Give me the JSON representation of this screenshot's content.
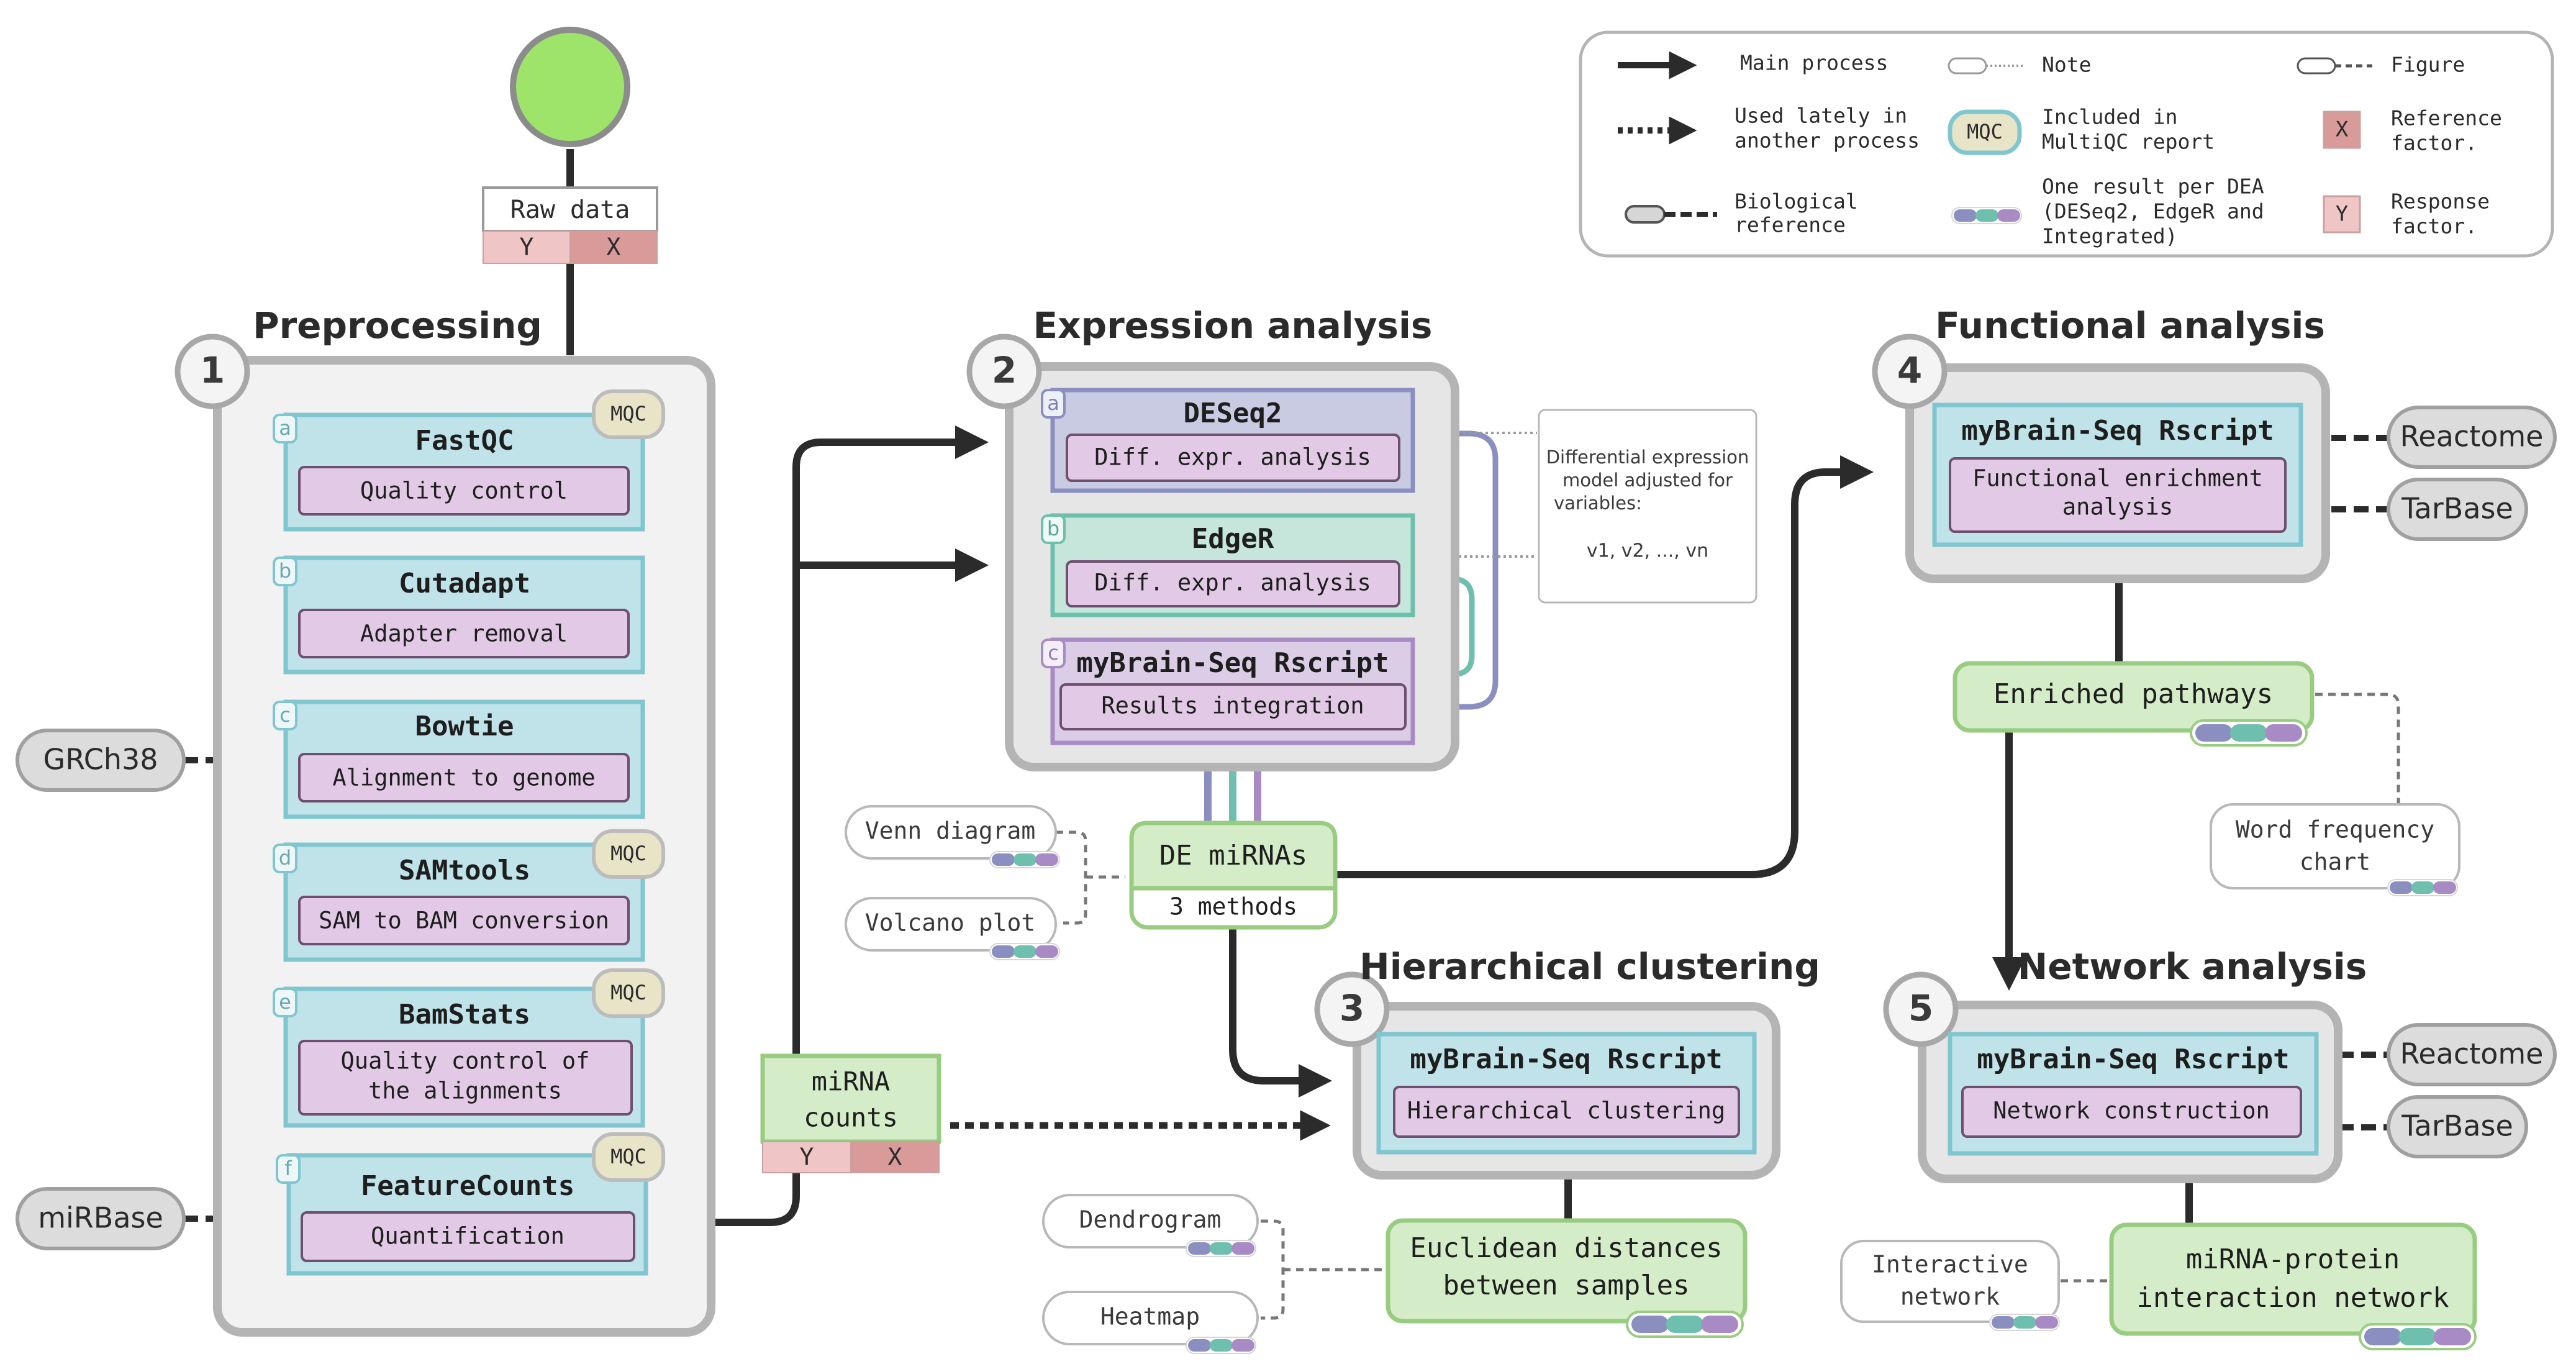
{
  "start": {
    "title": "Raw data",
    "y": "Y",
    "x": "X"
  },
  "legend": {
    "main_process": "Main process",
    "used_lately_1": "Used lately in",
    "used_lately_2": "another process",
    "bio_ref_1": "Biological",
    "bio_ref_2": "reference",
    "note": "Note",
    "mqc": "MQC",
    "included_1": "Included in",
    "included_2": "MultiQC report",
    "one_result_1": "One result per DEA",
    "one_result_2": "(DESeq2, EdgeR and",
    "one_result_3": "Integrated)",
    "figure": "Figure",
    "ref_factor_letter": "X",
    "ref_factor_1": "Reference",
    "ref_factor_2": "factor.",
    "resp_factor_letter": "Y",
    "resp_factor_1": "Response",
    "resp_factor_2": "factor."
  },
  "preprocessing": {
    "number": "1",
    "title": "Preprocessing",
    "steps": [
      {
        "letter": "a",
        "title": "FastQC",
        "desc": "Quality control",
        "mqc": "MQC"
      },
      {
        "letter": "b",
        "title": "Cutadapt",
        "desc": "Adapter removal"
      },
      {
        "letter": "c",
        "title": "Bowtie",
        "desc": "Alignment to genome"
      },
      {
        "letter": "d",
        "title": "SAMtools",
        "desc": "SAM to BAM conversion",
        "mqc": "MQC"
      },
      {
        "letter": "e",
        "title": "BamStats",
        "desc_1": "Quality control of",
        "desc_2": "the alignments",
        "mqc": "MQC"
      },
      {
        "letter": "f",
        "title": "FeatureCounts",
        "desc": "Quantification",
        "mqc": "MQC"
      }
    ],
    "ref_grch38": "GRCh38",
    "ref_mirbase": "miRBase"
  },
  "mirna_counts": {
    "line1": "miRNA",
    "line2": "counts",
    "y": "Y",
    "x": "X"
  },
  "expression": {
    "number": "2",
    "title": "Expression analysis",
    "deseq2": {
      "letter": "a",
      "title": "DESeq2",
      "desc": "Diff. expr. analysis"
    },
    "edger": {
      "letter": "b",
      "title": "EdgeR",
      "desc": "Diff. expr. analysis"
    },
    "integration": {
      "letter": "c",
      "title": "myBrain-Seq Rscript",
      "desc": "Results integration"
    },
    "note_1": "Differential expression",
    "note_2": "model adjusted for",
    "note_3": "variables:",
    "note_vars": "v1, v2, ..., vn"
  },
  "de_mirnas": {
    "title": "DE miRNAs",
    "sub": "3 methods"
  },
  "figures_de": {
    "venn": "Venn diagram",
    "volcano": "Volcano plot"
  },
  "functional": {
    "number": "4",
    "title": "Functional analysis",
    "script": "myBrain-Seq Rscript",
    "desc_1": "Functional enrichment",
    "desc_2": "analysis",
    "ref_reactome": "Reactome",
    "ref_tarbase": "TarBase",
    "result": "Enriched pathways",
    "figure_1": "Word frequency",
    "figure_2": "chart"
  },
  "clustering": {
    "number": "3",
    "title": "Hierarchical clustering",
    "script": "myBrain-Seq Rscript",
    "desc": "Hierarchical clustering",
    "result_1": "Euclidean distances",
    "result_2": "between samples",
    "fig_dendrogram": "Dendrogram",
    "fig_heatmap": "Heatmap"
  },
  "network": {
    "number": "5",
    "title": "Network analysis",
    "script": "myBrain-Seq Rscript",
    "desc": "Network construction",
    "ref_reactome": "Reactome",
    "ref_tarbase": "TarBase",
    "result_1": "miRNA-protein",
    "result_2": "interaction network",
    "figure_1": "Interactive",
    "figure_2": "network"
  },
  "colors": {
    "blue_fill": "#bfe3e8",
    "blue_stroke": "#7fc6d0",
    "purple_fill": "#e2c9e6",
    "purple_stroke": "#6e4f70",
    "green_fill": "#d4edc8",
    "green_stroke": "#98cc80",
    "gray_fill": "#dcdcdc",
    "gray_stroke": "#a8a8a8",
    "start_node": "#9ee36a",
    "pink_y": "#efc5c5",
    "pink_x": "#d99a9a",
    "deseq": "#8a8fc0",
    "edger": "#6fbfae",
    "integ": "#a88bc4"
  }
}
